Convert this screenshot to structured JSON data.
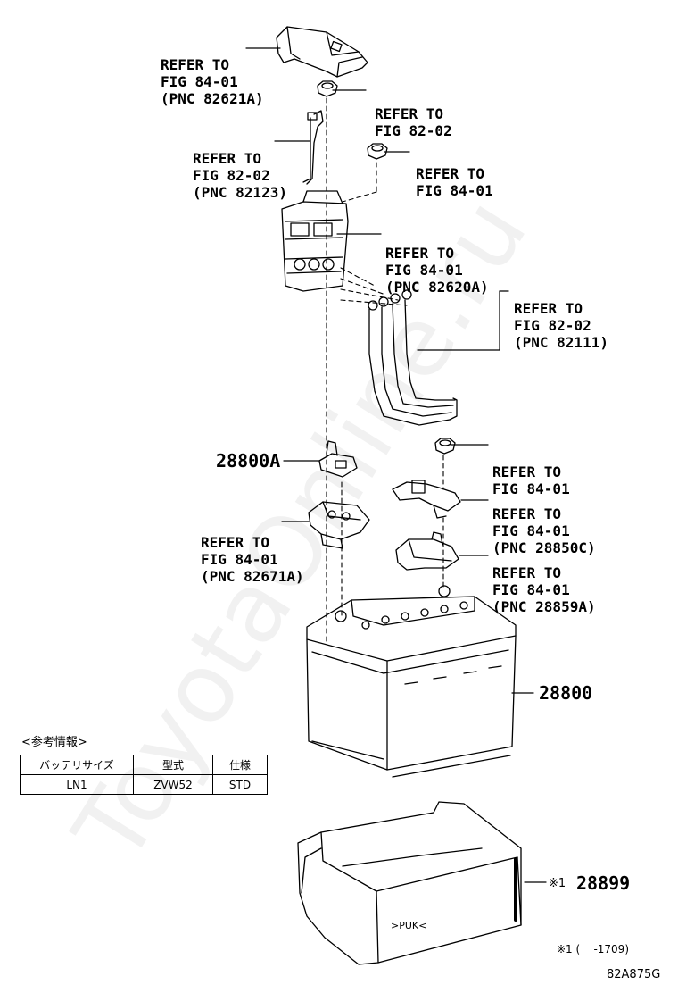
{
  "callouts": [
    {
      "id": "c1",
      "lines": [
        "REFER TO",
        "FIG 84-01",
        "(PNC 82621A)"
      ]
    },
    {
      "id": "c2",
      "lines": [
        "REFER TO",
        "FIG 82-02"
      ]
    },
    {
      "id": "c3",
      "lines": [
        "REFER TO",
        "FIG 82-02",
        "(PNC 82123)"
      ]
    },
    {
      "id": "c4",
      "lines": [
        "REFER TO",
        "FIG 84-01"
      ]
    },
    {
      "id": "c5",
      "lines": [
        "REFER TO",
        "FIG 84-01",
        "(PNC 82620A)"
      ]
    },
    {
      "id": "c6",
      "lines": [
        "REFER TO",
        "FIG 82-02",
        "(PNC 82111)"
      ]
    },
    {
      "id": "c7",
      "lines": [
        "REFER TO",
        "FIG 84-01"
      ]
    },
    {
      "id": "c8",
      "lines": [
        "REFER TO",
        "FIG 84-01",
        "(PNC 28850C)"
      ]
    },
    {
      "id": "c9",
      "lines": [
        "REFER TO",
        "FIG 84-01",
        "(PNC 82671A)"
      ]
    },
    {
      "id": "c10",
      "lines": [
        "REFER TO",
        "FIG 84-01",
        "(PNC 28859A)"
      ]
    }
  ],
  "parts": {
    "p28800A": "28800A",
    "p28800": "28800",
    "p28899_mark": "※1",
    "p28899": "28899"
  },
  "reference_info": {
    "title": "<参考情報>",
    "headers": [
      "バッテリサイズ",
      "型式",
      "仕様"
    ],
    "row": [
      "LN1",
      "ZVW52",
      "STD"
    ]
  },
  "footnote": "※1 (    -1709)",
  "figure_code": "82A875G",
  "tray_marking": ">PUK<",
  "watermark": "ToyotaOnline.ru"
}
